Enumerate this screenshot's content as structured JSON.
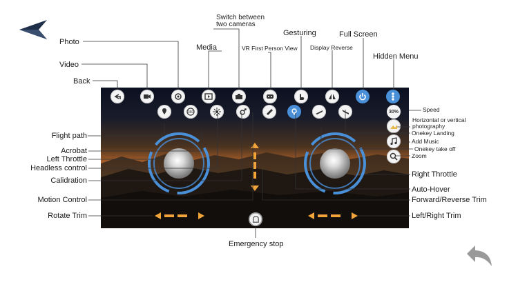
{
  "labels": {
    "photo": "Photo",
    "video": "Video",
    "back": "Back",
    "media": "Media",
    "switch_cameras_line1": "Switch between",
    "switch_cameras_line2": "two cameras",
    "vr": "VR First Person View",
    "gesturing": "Gesturing",
    "display_reverse": "Display Reverse",
    "full_screen": "Full Screen",
    "hidden_menu": "Hidden Menu",
    "speed": "Speed",
    "horizontal_line1": "Horizontal or vertical",
    "horizontal_line2": "photography",
    "onekey_landing": "Onekey Landing",
    "add_music": "Add Music",
    "onekey_takeoff": "Onekey take off",
    "zoom": "Zoom",
    "right_throttle": "Right Throttle",
    "auto_hover": "Auto-Hover",
    "forward_reverse_trim": "Forward/Reverse Trim",
    "left_right_trim": "Left/Right Trim",
    "flight_path": "Flight path",
    "acrobat": "Acrobat",
    "left_throttle": "Left Throttle",
    "headless_control": "Headless control",
    "calibration": "Calidration",
    "motion_control": "Motion Control",
    "rotate_trim": "Rotate Trim",
    "emergency_stop": "Emergency stop"
  },
  "controls": {
    "speed_value": "30%"
  },
  "colors": {
    "accent_blue": "#4a90d9",
    "trim_orange": "#f0a43a",
    "ring_blue": "#4a90d9"
  }
}
